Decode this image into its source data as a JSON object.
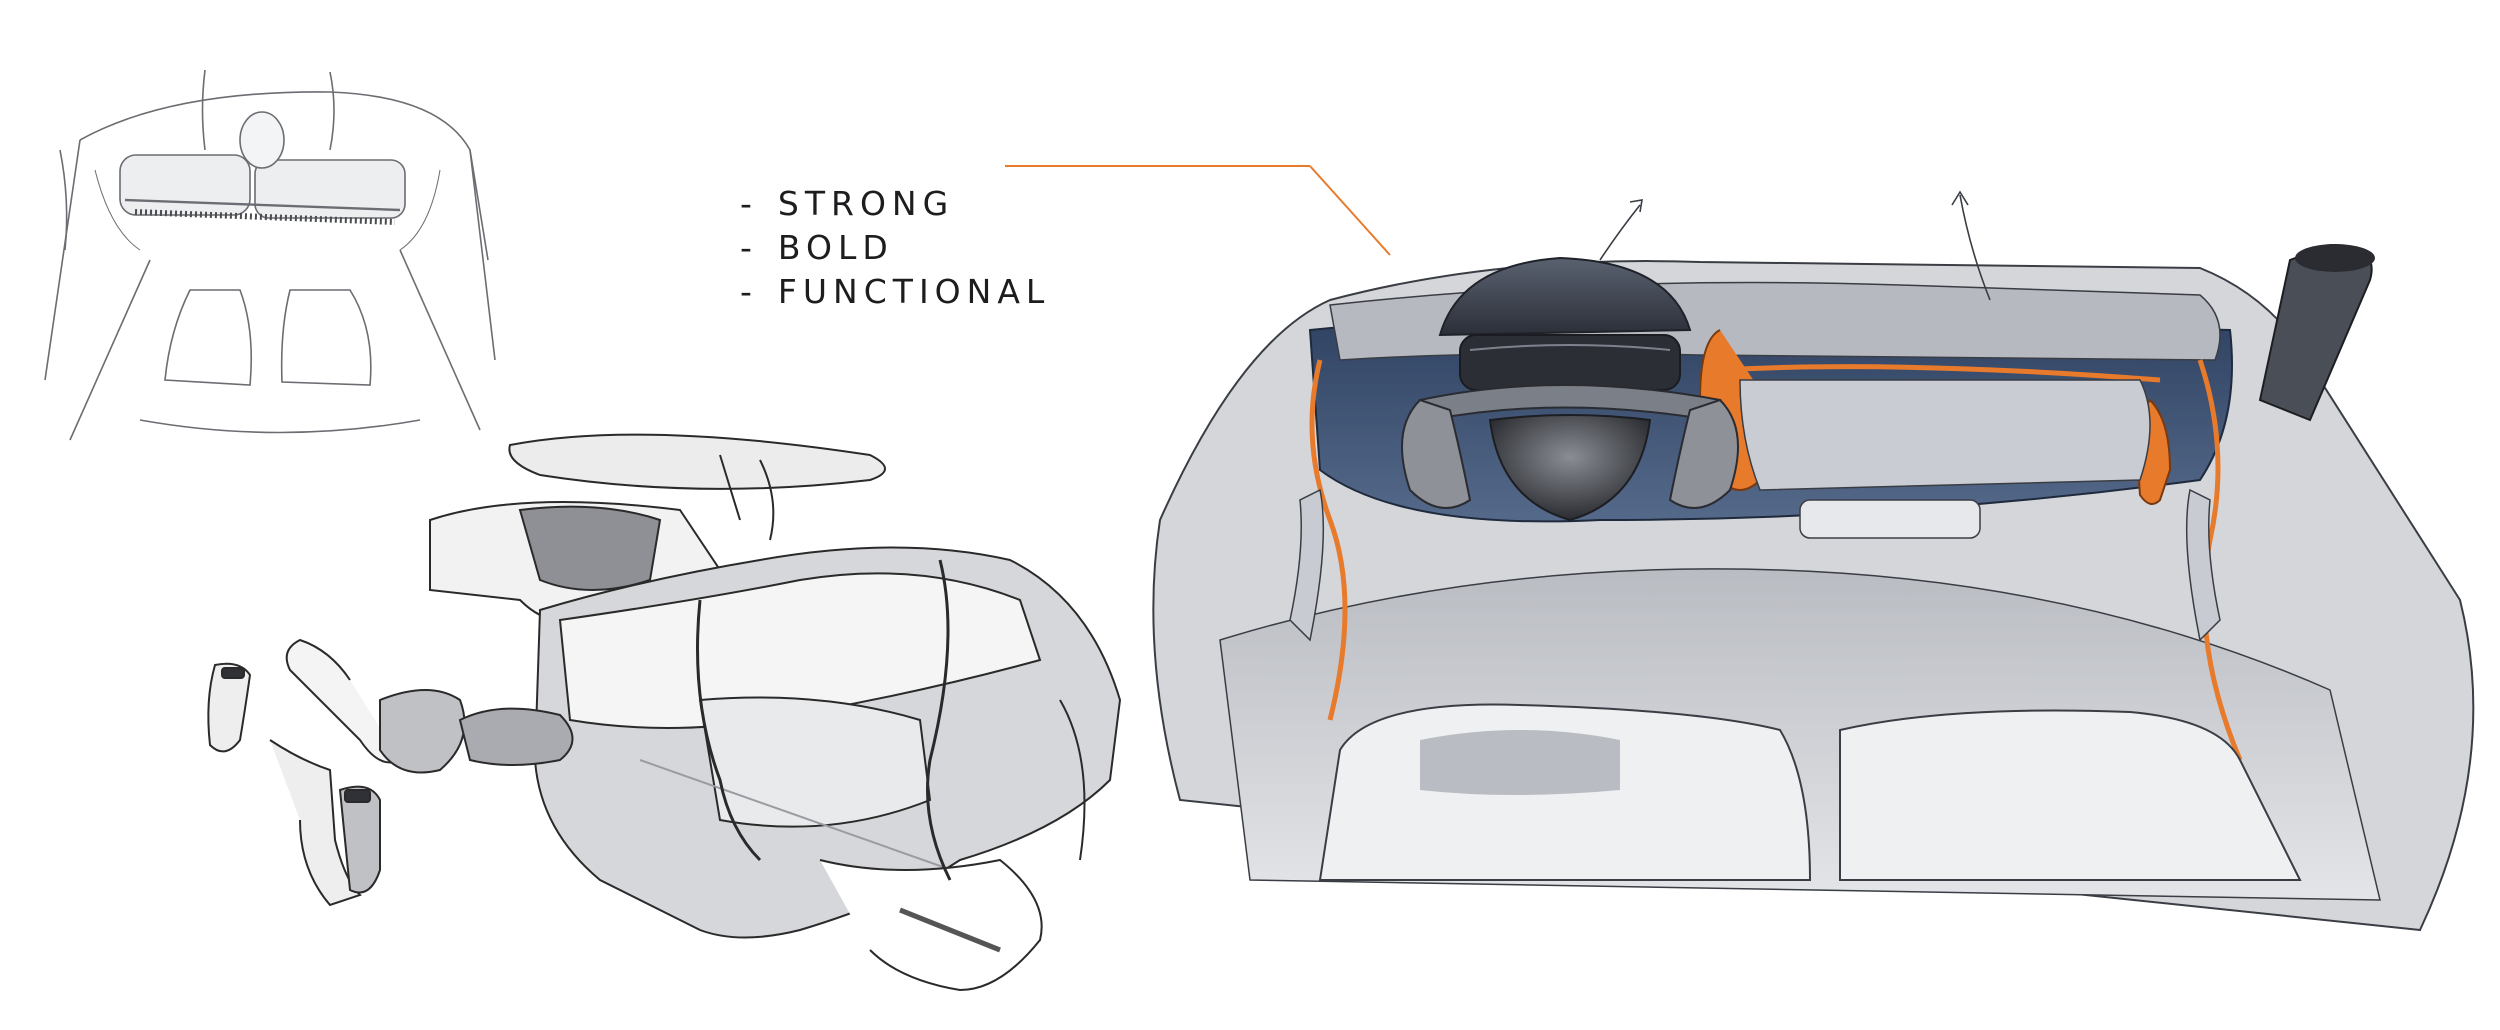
{
  "keywords": [
    {
      "dash": "-",
      "word": "STRONG"
    },
    {
      "dash": "-",
      "word": "BOLD"
    },
    {
      "dash": "-",
      "word": "FUNCTIONAL"
    }
  ],
  "illustrations": [
    {
      "name": "top-view-cabin-thumbnail-sketch",
      "style": "pencil line"
    },
    {
      "name": "exploded-dashboard-sketch",
      "style": "grey marker"
    },
    {
      "name": "rendered-cockpit-interior-sketch",
      "style": "blue-grey marker with orange trim"
    }
  ],
  "colors": {
    "background": "#ffffff",
    "ink": "#1d1d1f",
    "accent_orange": "#e87a2c",
    "cabin_navy": "#3d5270",
    "shading_grey": "#c9cbcf"
  }
}
